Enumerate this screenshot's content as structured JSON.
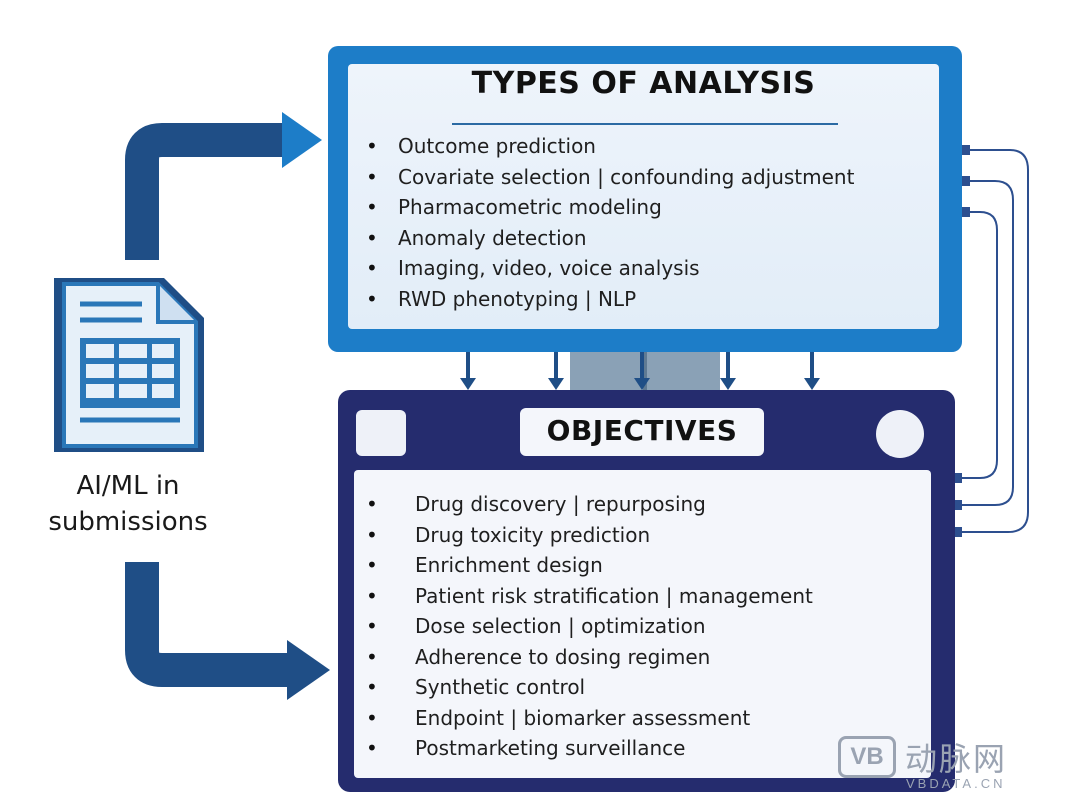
{
  "source_label": {
    "line1": "AI/ML in",
    "line2": "submissions"
  },
  "analysis": {
    "title": "TYPES OF ANALYSIS",
    "items": [
      "Outcome prediction",
      "Covariate selection | confounding adjustment",
      "Pharmacometric modeling",
      "Anomaly detection",
      "Imaging, video, voice analysis",
      "RWD phenotyping | NLP"
    ]
  },
  "objectives": {
    "title": "OBJECTIVES",
    "items": [
      "Drug discovery | repurposing",
      "Drug toxicity prediction",
      "Enrichment design",
      "Patient risk stratification | management",
      "Dose selection | optimization",
      "Adherence to dosing regimen",
      "Synthetic control",
      "Endpoint | biomarker assessment",
      "Postmarketing surveillance"
    ]
  },
  "watermark": {
    "logo": "VB",
    "name": "动脉网",
    "url": "VBDATA.CN"
  },
  "colors": {
    "analysis_frame": "#1d7dc8",
    "objectives_frame": "#252c6e",
    "arrow_dark": "#1f4e86",
    "connector": "#2d4f8f"
  },
  "icons": {
    "document": "document-table-icon"
  }
}
